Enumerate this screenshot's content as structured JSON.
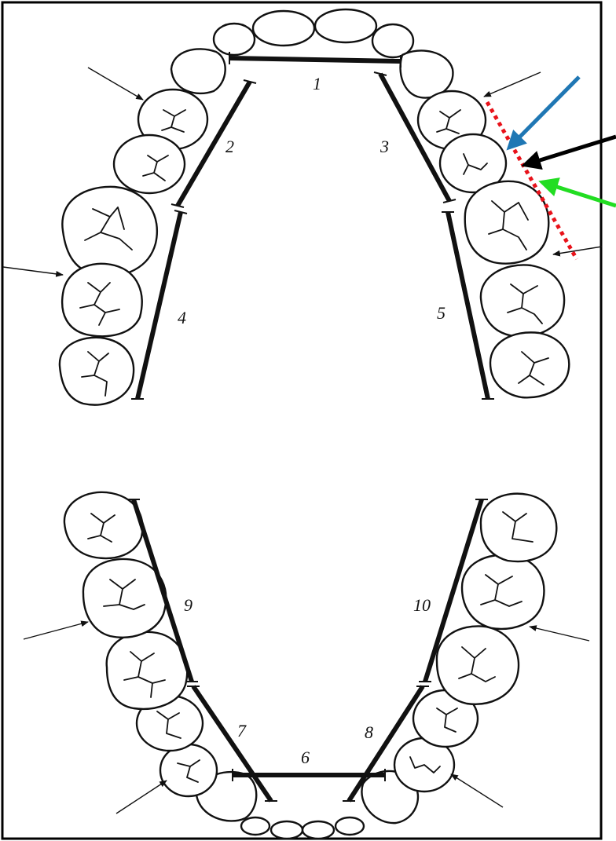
{
  "segment_labels": {
    "s1": "1",
    "s2": "2",
    "s3": "3",
    "s4": "4",
    "s5": "5",
    "s6": "6",
    "s7": "7",
    "s8": "8",
    "s9": "9",
    "s10": "10"
  },
  "colors": {
    "line": "#111111",
    "background": "#ffffff",
    "frame": "#000000",
    "marker_blue": "#1f77b4",
    "marker_black": "#000000",
    "marker_green": "#22dd22",
    "dotted_line": "#e8121a"
  },
  "icons": {
    "upper_arch": "upper-dental-arch",
    "lower_arch": "lower-dental-arch",
    "arrows": "arrow-icon",
    "dotted": "red-dotted-line"
  }
}
